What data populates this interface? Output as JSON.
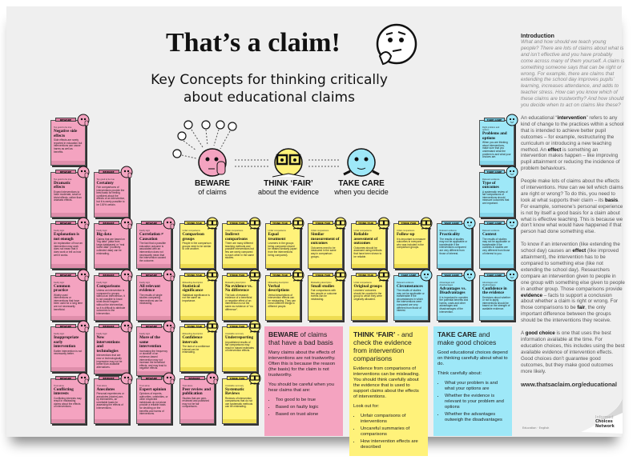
{
  "header": {
    "title": "That’s a claim!",
    "subtitle": "Key Concepts for thinking critically about educational claims"
  },
  "stages": [
    {
      "title": "BEWARE",
      "sub": "of claims"
    },
    {
      "title": "THINK ‘FAIR’",
      "sub": "about the evidence"
    },
    {
      "title": "TAKE CARE",
      "sub": "when you decide"
    }
  ],
  "colors": {
    "beware": "#f4a3c0",
    "think": "#fff27a",
    "care": "#9ee8f8",
    "background": "#efefef"
  },
  "cards": [
    {
      "kind": "beware",
      "tag": "BEWARE",
      "category": "Too good to be true",
      "title": "Negative side effects",
      "text": "Side effects are rarely reported in education but interventions can cause harms as well as benefits."
    },
    {
      "kind": "beware",
      "tag": "BEWARE",
      "category": "Too good to be true",
      "title": "Dramatic effects",
      "text": "Expect interventions to have moderate, small or trivial effects, rather than dramatic effects."
    },
    {
      "kind": "beware",
      "tag": "BEWARE",
      "category": "Too good to be true",
      "title": "Certainty",
      "text": "Fair comparisons of interventions provide the best basis for feeling confident about the effects of an intervention, but it is rarely possible to be 100% certain."
    },
    {
      "kind": "beware",
      "tag": "BEWARE",
      "category": "Faulty logic",
      "title": "Explanation is not enough",
      "text": "An explanation of how an intervention may work does not mean that it does work or tell us how well it works."
    },
    {
      "kind": "beware",
      "tag": "BEWARE",
      "category": "Faulty logic",
      "title": "Big data",
      "text": "Claims that are based on “big data” (data from large databases) or “real world data” (routinely collected data) can be misleading."
    },
    {
      "kind": "beware",
      "tag": "BEWARE",
      "category": "Faulty logic",
      "title": "Correlation ≠ Causation",
      "text": "The fact that a possible education outcome is associated with an intervention does not necessarily mean that the intervention caused the outcome."
    },
    {
      "kind": "think",
      "tag": "THINK FAIR",
      "category": "Unfair comparisons",
      "title": "Comparison groups",
      "text": "People in the comparison groups need to be similar to one another."
    },
    {
      "kind": "think",
      "tag": "THINK FAIR",
      "category": "Unfair comparisons",
      "title": "Indirect comparisons",
      "text": "There are many different teaching methods and possible interventions but few are rarely compared to each other in the same studies."
    },
    {
      "kind": "think",
      "tag": "THINK FAIR",
      "category": "Unfair comparisons",
      "title": "Equal treatment",
      "text": "Learners in the groups being compared should be treated similarly (apart from the interventions being compared)."
    },
    {
      "kind": "think",
      "tag": "THINK FAIR",
      "category": "Unfair comparisons",
      "title": "Similar measurement of outcomes",
      "text": "Outcomes need to be measured in the same way in comparison groups."
    },
    {
      "kind": "think",
      "tag": "THINK FAIR",
      "category": "Unfair comparisons",
      "title": "Reliable assessment of outcomes",
      "text": "Outcomes should be assessed using methods that have been shown to be reliable."
    },
    {
      "kind": "think",
      "tag": "THINK FAIR",
      "category": "Unfair comparisons",
      "title": "Follow-up",
      "text": "It is important to measure outcomes in everyone who was included in the comparison groups."
    },
    {
      "kind": "care",
      "tag": "TAKE CARE",
      "category": "Relevant evidence",
      "title": "Practicality",
      "text": "The results of studies may not be applicable or transferable if the interventions compared are very different from those of interest."
    },
    {
      "kind": "care",
      "tag": "TAKE CARE",
      "category": "Relevant evidence",
      "title": "Context",
      "text": "The results of studies may not be applicable or transferable if the contexts in studies are very different from those of interest to you."
    },
    {
      "kind": "beware",
      "tag": "BEWARE",
      "category": "Faulty logic",
      "title": "Common practice",
      "text": "Widely used interventions or interventions that have been used for a long time are not necessarily beneficial."
    },
    {
      "kind": "beware",
      "tag": "BEWARE",
      "category": "Faulty logic",
      "title": "Comparisons",
      "text": "Unless an intervention is compared to groups without an intervention, it is not possible to know what would happen without the intervention, so it is difficult to attribute outcomes to the intervention."
    },
    {
      "kind": "beware",
      "tag": "BEWARE",
      "category": "Faulty logic",
      "title": "All relevant evidence",
      "text": "The results of single studies comparing interventions can be misleading."
    },
    {
      "kind": "think",
      "tag": "THINK FAIR",
      "category": "Misleading description",
      "title": "Statistical significance",
      "text": "Statistical significance is not the same as importance."
    },
    {
      "kind": "think",
      "tag": "THINK FAIR",
      "category": "Misleading description",
      "title": "No evidence vs. No difference",
      "text": "The lack of research evidence of a beneficial or negative effect of an intervention is not the same as evidence of “no difference”."
    },
    {
      "kind": "think",
      "tag": "THINK FAIR",
      "category": "Misleading description",
      "title": "Verbal descriptions",
      "text": "Verbal descriptions of intervention effects can be misleading. They can mean different things to different people."
    },
    {
      "kind": "think",
      "tag": "THINK FAIR",
      "category": "Misleading description",
      "title": "Small studies",
      "text": "Fair comparisons with few people or outcome events can be misleading."
    },
    {
      "kind": "think",
      "tag": "THINK FAIR",
      "category": "Unfair comparisons",
      "title": "Original groups",
      "text": "Learners’ outcomes should be counted in the group to which they were originally allocated."
    },
    {
      "kind": "care",
      "tag": "TAKE CARE",
      "category": "Relevant evidence",
      "title": "Circumstances",
      "text": "The results of studies may not be applicable or transferable if the circumstances in which the interventions were compared are very different from those of interest."
    },
    {
      "kind": "care",
      "tag": "TAKE CARE",
      "category": "Advantages and disadvantages",
      "title": "Advantages vs. Disadvantages",
      "text": "It is important to consider the potential benefits and harms, costs and other advantages and disadvantages of the intervention."
    },
    {
      "kind": "care",
      "tag": "TAKE CARE",
      "category": "Advantages and disadvantages",
      "title": "Confidence in the evidence",
      "text": "Decisions about whether or not to apply interventions should be based on the strength of available evidence."
    },
    {
      "kind": "beware",
      "tag": "BEWARE",
      "category": "Faulty logic",
      "title": "Inappropriate early intervention",
      "text": "Earlier intervention is not necessarily better."
    },
    {
      "kind": "beware",
      "tag": "BEWARE",
      "category": "Faulty logic",
      "title": "New interventions and technologies",
      "text": "Interventions that are new or technologically impressive may not be better than available alternatives."
    },
    {
      "kind": "beware",
      "tag": "BEWARE",
      "category": "Faulty logic",
      "title": "More of the same intervention",
      "text": "Increasing the frequency or duration of an evidence-based intervention may not increase the beneficial effects, and may lead to negative effects."
    },
    {
      "kind": "think",
      "tag": "THINK FAIR",
      "category": "Misleading description",
      "title": "Confidence intervals",
      "text": "The lack of a confidence interval can be misleading."
    },
    {
      "kind": "think",
      "tag": "THINK FAIR",
      "category": "Unreliable summary",
      "title": "Underreporting",
      "text": "Unpublished results of fair comparisons may result in biased estimates of intervention effects."
    },
    {
      "kind": "beware",
      "tag": "BEWARE",
      "category": "Trust alone",
      "title": "Conflicting interests",
      "text": "Conflicting interests may result in misleading claims about the effects of interventions."
    },
    {
      "kind": "beware",
      "tag": "BEWARE",
      "category": "Trust alone",
      "title": "Anecdotes",
      "text": "Personal experiences or anecdotes (stories) are, by themselves, an unreliable basis for assessing the effects of interventions."
    },
    {
      "kind": "beware",
      "tag": "BEWARE",
      "category": "Trust alone",
      "title": "Expert opinion",
      "text": "Opinions of experts, authorities, celebrities, or other respected individuals do not alone provide a reliable basis for deciding on the benefits and harms of interventions."
    },
    {
      "kind": "beware",
      "tag": "BEWARE",
      "category": "Trust alone",
      "title": "Peer review and publication",
      "text": "Studies that are peer-reviewed and published may not be fair comparisons."
    },
    {
      "kind": "think",
      "tag": "THINK FAIR",
      "category": "Unreliable summary",
      "title": "Systematic Reviews",
      "text": "Reviews of intervention comparisons that do not use systematic methods can be misleading."
    },
    {
      "kind": "care",
      "tag": "TAKE CARE",
      "category": "Right problem and options",
      "title": "Problems and options",
      "text": "When you are thinking about interventions, make sure that you understand what the problem is and what your choices are."
    },
    {
      "kind": "care",
      "tag": "TAKE CARE",
      "category": "Relevant evidence",
      "title": "Type of outcomes",
      "text": "A systematic review of fair comparisons of interventions should measure outcomes that are important."
    }
  ],
  "boxes": {
    "beware": {
      "heading_bold": "BEWARE",
      "heading_rest": " of claims that have a bad basis",
      "p1": "Many claims about the effects of interventions are not trustworthy. Often this is because the reason (the basis) for the claim is not trustworthy.",
      "p2": "You should be careful when you hear claims that are:",
      "items": [
        "Too good to be true",
        "Based on faulty logic",
        "Based on trust alone"
      ]
    },
    "think": {
      "heading_bold": "THINK ‘FAIR’",
      "heading_rest": " - and check the evidence from intervention comparisons",
      "p1": "Evidence from comparisons of interventions can be misleading. You should think carefully about the evidence that is used to support claims about the effects of interventions.",
      "p2": "Look out for:",
      "items": [
        "Unfair comparisons of interventions",
        "Uncareful summaries of comparisons",
        "How intervention effects are described"
      ]
    },
    "care": {
      "heading_bold": "TAKE CARE",
      "heading_rest": " and make good choices",
      "p1": "Good educational choices depend on thinking carefully about what to do.",
      "p2": "Think carefully about:",
      "items": [
        "What your problem is and what your options are",
        "Whether the evidence is relevant to your problem and options",
        "Whether the advantages outweigh the disadvantages"
      ]
    }
  },
  "sidebar": {
    "heading": "Introduction",
    "intro": "What and how should we teach young people? There are lots of claims about what is and isn’t effective and you have probably come across many of them yourself. A claim is something someone says that can be right or wrong. For example, there are claims that extending the school day improves pupils’ learning, increases attendance, and adds to teacher stress. How can you know which of these claims are trustworthy? And how should you decide when to act on claims like these?",
    "p1": [
      "An educational “",
      "intervention",
      "” refers to any kind of change to the practices within a school that is intended to achieve better pupil outcomes – for example, restructuring the curriculum or introducing a new teaching method. An ",
      "effect",
      " is something an intervention makes happen – like improving pupil attainment or reducing the incidence of problem behaviours."
    ],
    "p2": [
      "People make lots of claims about the effects of interventions. How can we tell which claims are right or wrong? To do this, you need to look at what supports their claim – its ",
      "basis",
      ". For example, someone’s personal experience is not by itself a good basis for a claim about what is effective teaching. This is because we don’t know what would have happened if that person had done something else."
    ],
    "p3": [
      "To know if an intervention (like extending the school day) causes an ",
      "effect",
      " (like improved attainment), the intervention has to be compared to something else (like not extending the school day). Researchers compare an intervention given to people in one group with something else given to people in another group. Those comparisons provide ",
      "evidence",
      " – facts to support a conclusion about whether a claim is right or wrong. For those comparisons to be ",
      "fair",
      ", the only important difference between the groups should be the interventions they receive."
    ],
    "p4": [
      "A ",
      "good choice",
      " is one that uses the best information available at the time. For education choices, this includes using the best available evidence of intervention effects. Good choices don’t guarantee good outcomes, but they make good outcomes more likely."
    ],
    "url": "www.thatsaclaim.org/educational",
    "language": "Education · English",
    "logo": [
      "Informed",
      "Choices",
      "Network"
    ]
  }
}
